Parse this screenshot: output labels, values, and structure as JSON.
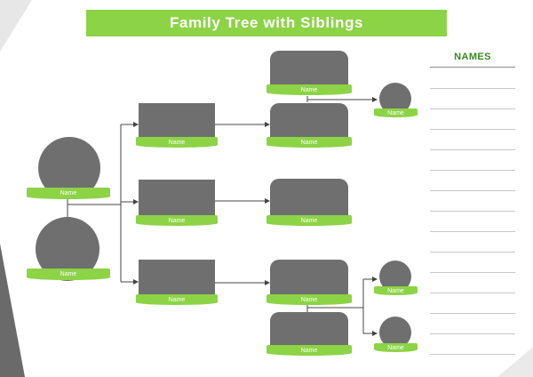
{
  "title": "Family Tree with Siblings",
  "names_panel": {
    "heading": "NAMES"
  },
  "node_label": "Name",
  "colors": {
    "accent": "#8cd346",
    "placeholder": "#6f6f6f",
    "names_heading": "#3a8a1e",
    "line": "#444444"
  }
}
